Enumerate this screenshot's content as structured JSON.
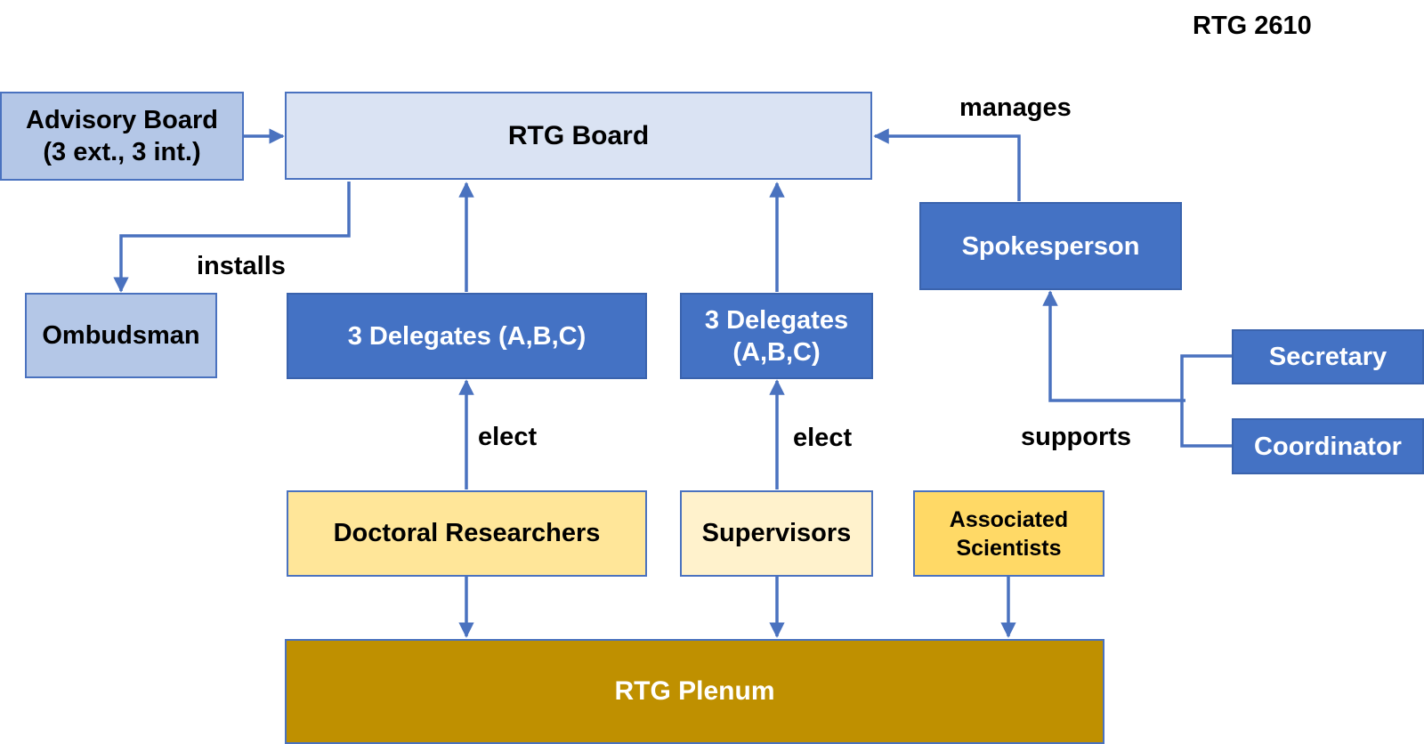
{
  "title": "RTG 2610",
  "boxes": {
    "advisory_board": "Advisory Board\n(3 ext., 3 int.)",
    "rtg_board": "RTG Board",
    "ombudsman": "Ombudsman",
    "delegates_researchers": "3 Delegates (A,B,C)",
    "delegates_supervisors": "3 Delegates\n(A,B,C)",
    "spokesperson": "Spokesperson",
    "secretary": "Secretary",
    "coordinator": "Coordinator",
    "doctoral_researchers": "Doctoral Researchers",
    "supervisors": "Supervisors",
    "associated_scientists": "Associated\nScientists",
    "rtg_plenum": "RTG Plenum"
  },
  "edge_labels": {
    "manages": "manages",
    "installs": "installs",
    "elect_researchers": "elect",
    "elect_supervisors": "elect",
    "supports": "supports"
  },
  "colors": {
    "connector": "#4a72bf",
    "dark_blue": "#4472c4",
    "pale_blue": "#dae3f3",
    "light_blue": "#b4c7e7",
    "yellow": "#ffe699",
    "cream": "#fff2cc",
    "gold": "#ffd966",
    "plenum": "#bf9000"
  }
}
